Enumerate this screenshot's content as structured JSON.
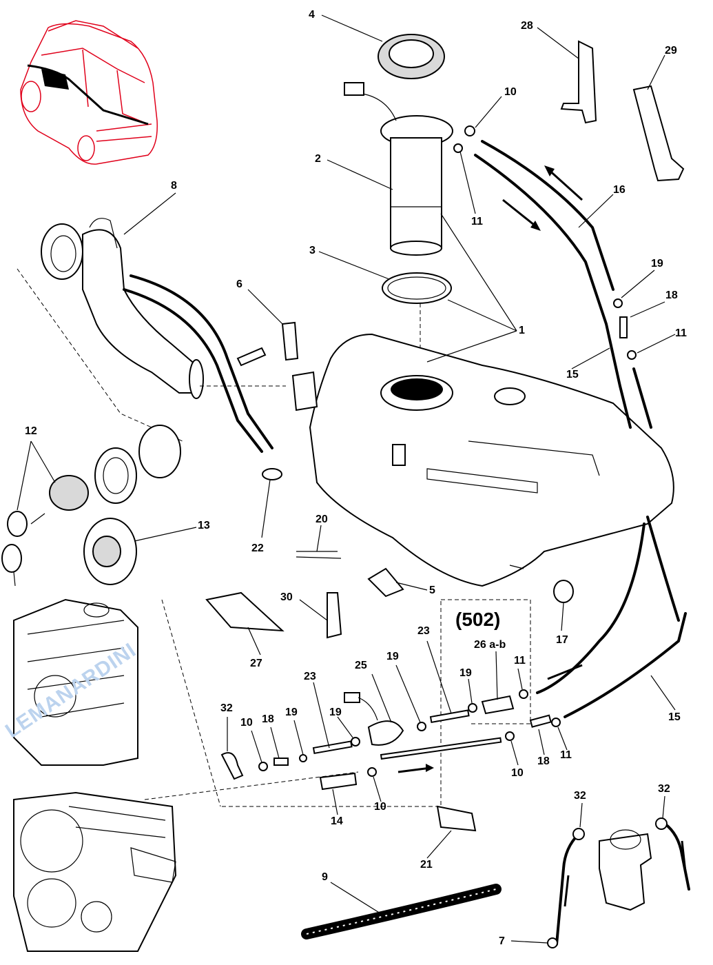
{
  "watermark": "LEMANARDINI",
  "group_label": "(502)",
  "colors": {
    "car_outline": "#e0001a",
    "lines": "#000000",
    "watermark": "#bcd3ee",
    "background": "#ffffff"
  },
  "callouts": [
    {
      "id": "c4",
      "text": "4"
    },
    {
      "id": "c28",
      "text": "28"
    },
    {
      "id": "c29",
      "text": "29"
    },
    {
      "id": "c10a",
      "text": "10"
    },
    {
      "id": "c2",
      "text": "2"
    },
    {
      "id": "c8",
      "text": "8"
    },
    {
      "id": "c16",
      "text": "16"
    },
    {
      "id": "c11a",
      "text": "11"
    },
    {
      "id": "c3",
      "text": "3"
    },
    {
      "id": "c19a",
      "text": "19"
    },
    {
      "id": "c6",
      "text": "6"
    },
    {
      "id": "c18a",
      "text": "18"
    },
    {
      "id": "c1",
      "text": "1"
    },
    {
      "id": "c11b",
      "text": "11"
    },
    {
      "id": "c15a",
      "text": "15"
    },
    {
      "id": "c12",
      "text": "12"
    },
    {
      "id": "c13",
      "text": "13"
    },
    {
      "id": "c20",
      "text": "20"
    },
    {
      "id": "c22",
      "text": "22"
    },
    {
      "id": "c5",
      "text": "5"
    },
    {
      "id": "c30",
      "text": "30"
    },
    {
      "id": "c17",
      "text": "17"
    },
    {
      "id": "c23a",
      "text": "23"
    },
    {
      "id": "c26",
      "text": "26 a-b"
    },
    {
      "id": "c27",
      "text": "27"
    },
    {
      "id": "c25",
      "text": "25"
    },
    {
      "id": "c19b",
      "text": "19"
    },
    {
      "id": "c23b",
      "text": "23"
    },
    {
      "id": "c19c",
      "text": "19"
    },
    {
      "id": "c11c",
      "text": "11"
    },
    {
      "id": "c32a",
      "text": "32"
    },
    {
      "id": "c10b",
      "text": "10"
    },
    {
      "id": "c18b",
      "text": "18"
    },
    {
      "id": "c19d",
      "text": "19"
    },
    {
      "id": "c19e",
      "text": "19"
    },
    {
      "id": "c15b",
      "text": "15"
    },
    {
      "id": "c10c",
      "text": "10"
    },
    {
      "id": "c18c",
      "text": "18"
    },
    {
      "id": "c11d",
      "text": "11"
    },
    {
      "id": "c14",
      "text": "14"
    },
    {
      "id": "c10d",
      "text": "10"
    },
    {
      "id": "c32b",
      "text": "32"
    },
    {
      "id": "c32c",
      "text": "32"
    },
    {
      "id": "c21",
      "text": "21"
    },
    {
      "id": "c9",
      "text": "9"
    },
    {
      "id": "c7",
      "text": "7"
    }
  ]
}
